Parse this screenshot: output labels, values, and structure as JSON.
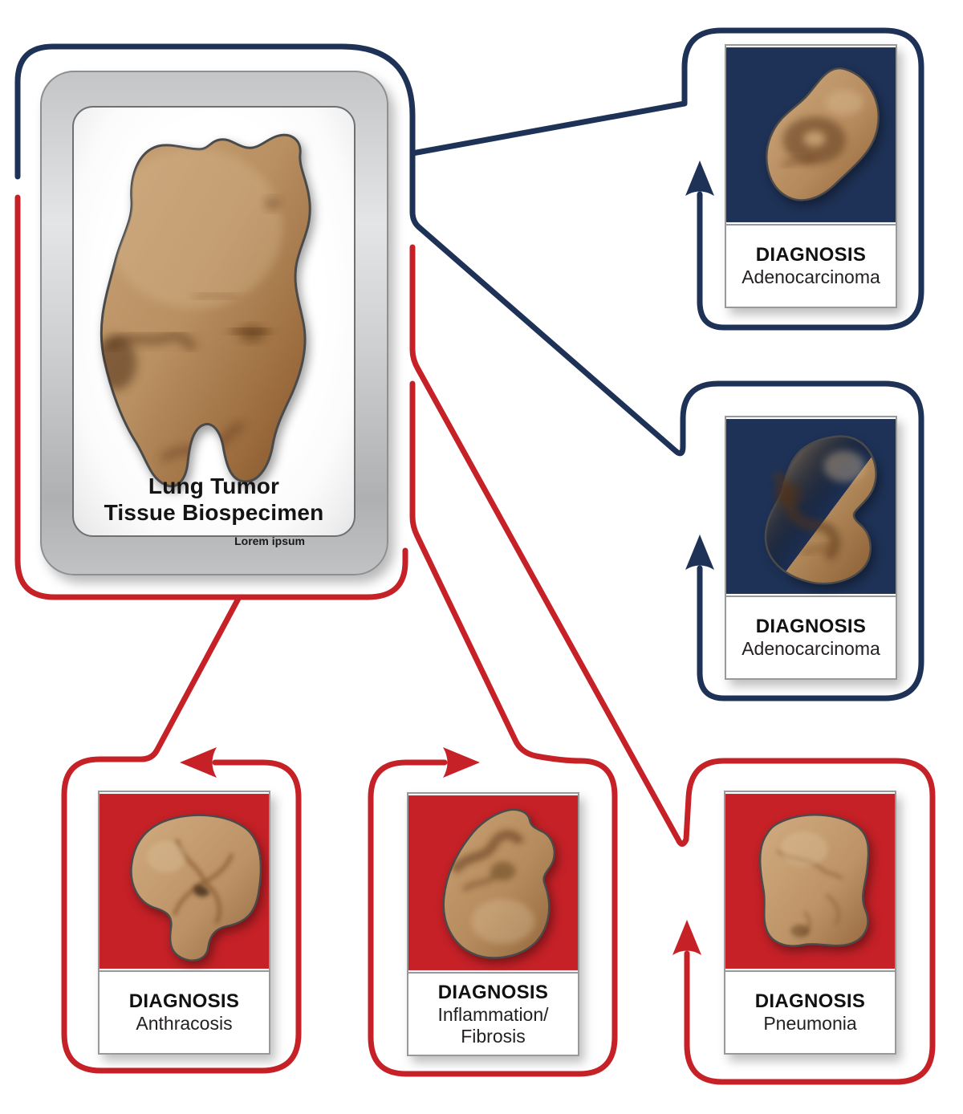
{
  "colors": {
    "navy": "#1e3257",
    "red": "#c52127",
    "card_border": "#98999b",
    "text": "#141414",
    "tissue_light": "#c9a275",
    "tissue_dark": "#8f5f35"
  },
  "specimen_card": {
    "title_line1": "Lung Tumor",
    "title_line2": "Tissue Biospecimen",
    "watermark": "Lorem ipsum"
  },
  "cards": [
    {
      "heading": "DIAGNOSIS",
      "name": "Adenocarcinoma",
      "name2": "",
      "theme": "navy"
    },
    {
      "heading": "DIAGNOSIS",
      "name": "Adenocarcinoma",
      "name2": "",
      "theme": "navy"
    },
    {
      "heading": "DIAGNOSIS",
      "name": "Anthracosis",
      "name2": "",
      "theme": "red"
    },
    {
      "heading": "DIAGNOSIS",
      "name": "Inflammation/",
      "name2": "Fibrosis",
      "theme": "red"
    },
    {
      "heading": "DIAGNOSIS",
      "name": "Pneumonia",
      "name2": "",
      "theme": "red"
    }
  ]
}
